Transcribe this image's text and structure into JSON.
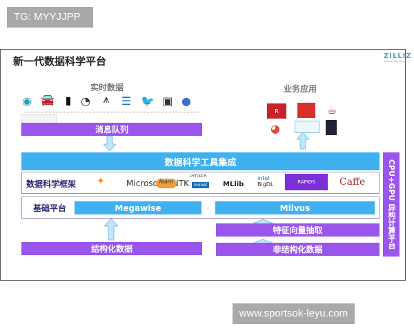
{
  "watermarks": {
    "top": "TG: MYYJJPP",
    "bottom": "www.sportsok-leyu.com"
  },
  "slide": {
    "title": "新一代数据科学平台",
    "logo": "ZILLIZ",
    "logo_sub": "Network Data Science",
    "realtime_data": {
      "label": "实时数据",
      "icons": [
        "sensor-icon",
        "vehicle-sensor-icon",
        "phone-icon",
        "gauge-icon",
        "antenna-icon",
        "database-icon",
        "twitter-icon",
        "document-stack-icon",
        "globe-icon"
      ],
      "vehicle_label": "VEHICLE SENSOR"
    },
    "business_apps": {
      "label": "业务应用",
      "icons": [
        "rails-icon",
        "scala-icon",
        "java-icon",
        "chrome-icon",
        "chart-icon",
        "tablet-icon"
      ]
    },
    "message_queue": "消息队列",
    "tool_integration": "数据科学工具集成",
    "framework": {
      "label": "数据科学框架",
      "items": [
        "TensorFlow",
        "Microsoft CNTK",
        "learn",
        "PYTORCH",
        "mxnet",
        "Spark MLlib",
        "intel BigDL",
        "RAPIDS",
        "Caffe"
      ]
    },
    "base_platform": {
      "label": "基础平台",
      "left": "Megawise",
      "right": "Milvus"
    },
    "feature_extraction": "特征向量抽取",
    "structured_data": "结构化数据",
    "unstructured_data": "非结构化数据",
    "side_bar": "CPU+GPU 异构计算平台"
  },
  "colors": {
    "purple": "#9a55ec",
    "blue": "#3fb0f0",
    "rapids": "#7b2fd8",
    "caffe": "#a0322c"
  }
}
